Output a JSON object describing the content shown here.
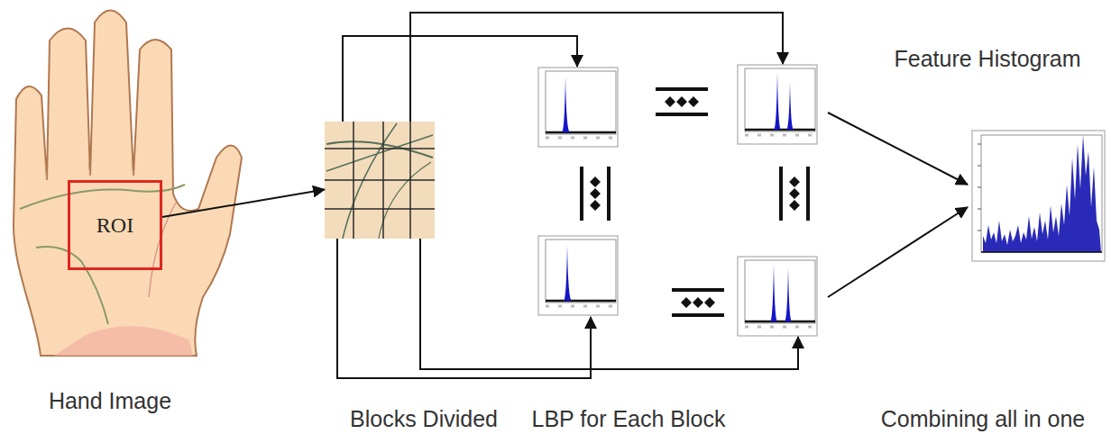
{
  "diagram": {
    "nodes": [
      {
        "text": [
          "Hand Image"
        ]
      },
      {
        "text": [
          "ROI"
        ],
        "in": 0
      },
      {
        "text": [
          "Blocks Divided"
        ]
      },
      {
        "text": [
          "Feature Histogram",
          "Combining all in one"
        ]
      }
    ],
    "edges": [
      {
        "from": 1,
        "to": 2,
        "arrow": "to"
      }
    ],
    "labels": [
      "LBP for Each Block"
    ]
  }
}
